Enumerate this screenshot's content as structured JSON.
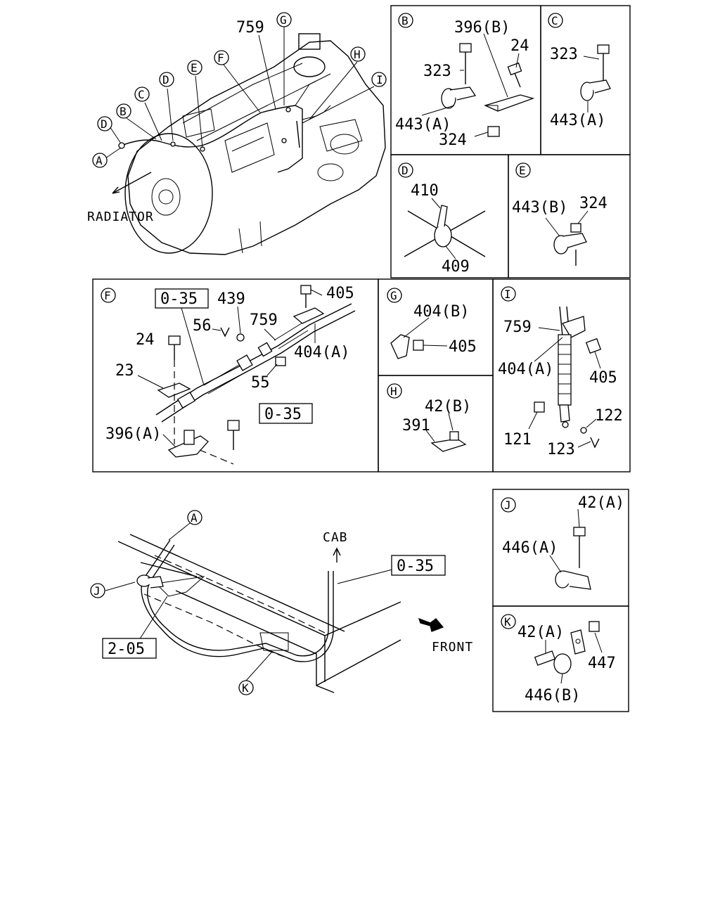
{
  "main_view": {
    "part_labels": [
      "759"
    ],
    "callouts": [
      "A",
      "B",
      "C",
      "D",
      "D",
      "E",
      "F",
      "G",
      "H",
      "I"
    ],
    "text_radiator": "RADIATOR"
  },
  "panel_B": {
    "letter": "B",
    "labels": [
      "396(B)",
      "24",
      "323",
      "443(A)",
      "324"
    ]
  },
  "panel_C": {
    "letter": "C",
    "labels": [
      "323",
      "443(A)"
    ]
  },
  "panel_D": {
    "letter": "D",
    "labels": [
      "410",
      "409"
    ]
  },
  "panel_E": {
    "letter": "E",
    "labels": [
      "443(B)",
      "324"
    ]
  },
  "panel_F": {
    "letter": "F",
    "labels": [
      "0-35",
      "439",
      "405",
      "759",
      "56",
      "24",
      "404(A)",
      "23",
      "55",
      "0-35",
      "396(A)"
    ]
  },
  "panel_G": {
    "letter": "G",
    "labels": [
      "404(B)",
      "405"
    ]
  },
  "panel_H": {
    "letter": "H",
    "labels": [
      "42(B)",
      "391"
    ]
  },
  "panel_I": {
    "letter": "I",
    "labels": [
      "759",
      "404(A)",
      "405",
      "122",
      "121",
      "123"
    ]
  },
  "panel_J": {
    "letter": "J",
    "labels": [
      "42(A)",
      "446(A)"
    ]
  },
  "panel_K": {
    "letter": "K",
    "labels": [
      "42(A)",
      "447",
      "446(B)"
    ]
  },
  "chassis_view": {
    "callouts": [
      "A",
      "J",
      "K"
    ],
    "ref_boxes": [
      "0-35",
      "2-05"
    ],
    "text_cab": "CAB",
    "text_front": "FRONT"
  }
}
